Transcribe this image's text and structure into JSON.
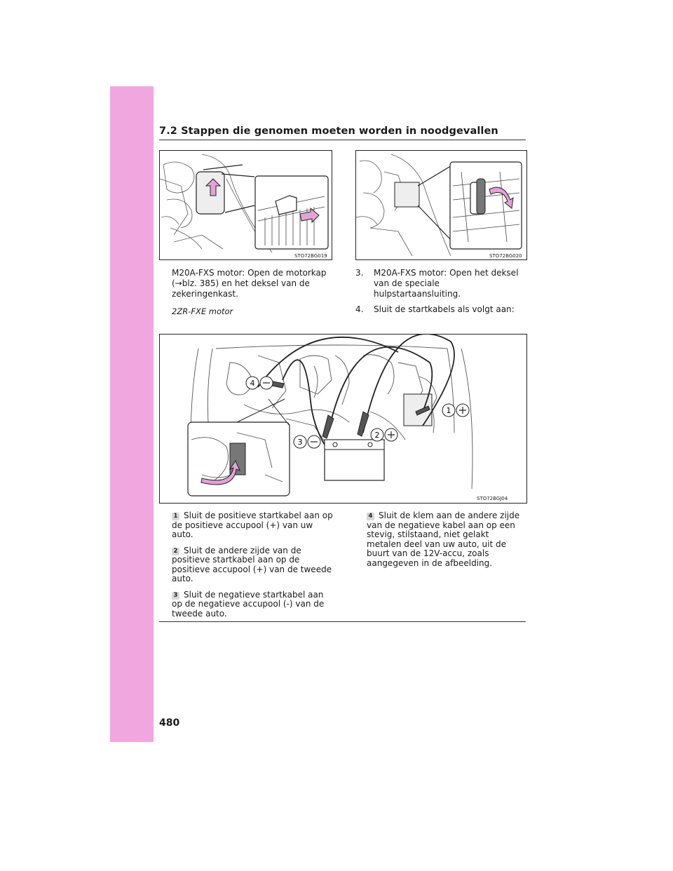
{
  "header": {
    "section_title": "7.2  Stappen die genomen moeten worden in noodgevallen"
  },
  "figures": {
    "top_left": {
      "code": "STO72BG019"
    },
    "top_right": {
      "code": "STO72BG020"
    },
    "main": {
      "code": "STO72BGJ04",
      "labels": [
        "4",
        "3",
        "2",
        "1"
      ]
    }
  },
  "left_col": {
    "para1": "M20A-FXS motor: Open de motorkap (→blz. 385) en het deksel van de zekeringenkast.",
    "subheading": "2ZR-FXE motor"
  },
  "right_col": {
    "steps": [
      {
        "num": "3.",
        "text": "M20A-FXS motor: Open het deksel van de speciale hulpstartaansluiting."
      },
      {
        "num": "4.",
        "text": "Sluit de startkabels als volgt aan:"
      }
    ]
  },
  "instructions": [
    {
      "badge": "1",
      "text": "Sluit de positieve startkabel aan op de positieve accupool (+) van uw auto."
    },
    {
      "badge": "2",
      "text": "Sluit de andere zijde van de positieve startkabel aan op de positieve accupool (+) van de tweede auto."
    },
    {
      "badge": "3",
      "text": "Sluit de negatieve startkabel aan op de negatieve accupool (-) van de tweede auto."
    },
    {
      "badge": "4",
      "text": "Sluit de klem aan de andere zijde van de negatieve kabel aan op een stevig, stilstaand, niet gelakt metalen deel van uw auto, uit de buurt van de 12V-accu, zoals aangegeven in de afbeelding."
    }
  ],
  "footer": {
    "page_number": "480"
  },
  "colors": {
    "sidebar": "#f2a6e0",
    "arrow": "#e3a3d6"
  }
}
